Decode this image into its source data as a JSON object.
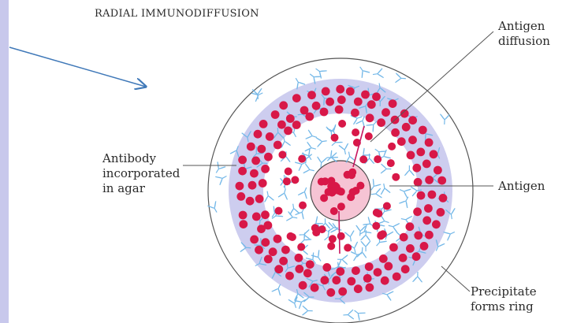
{
  "title": "RADIAL IMMUNODIFFUSION",
  "labels": {
    "antigen_diffusion": [
      "Antigen",
      "diffusion"
    ],
    "antibody_agar": [
      "Antibody",
      "incorporated",
      "in agar"
    ],
    "antigen": "Antigen",
    "precipitate": [
      "Precipitate",
      "forms ring"
    ]
  },
  "colors": {
    "side_strip": "#c8c8ec",
    "precipitate_band": "#cdcdef",
    "antigen_well": "#f6c4d4",
    "dots": "#d81848",
    "antibody_glyph": "#74b8e8",
    "pointer_arrow": "#3f78b8",
    "diffusion_lines": "#c81860"
  }
}
